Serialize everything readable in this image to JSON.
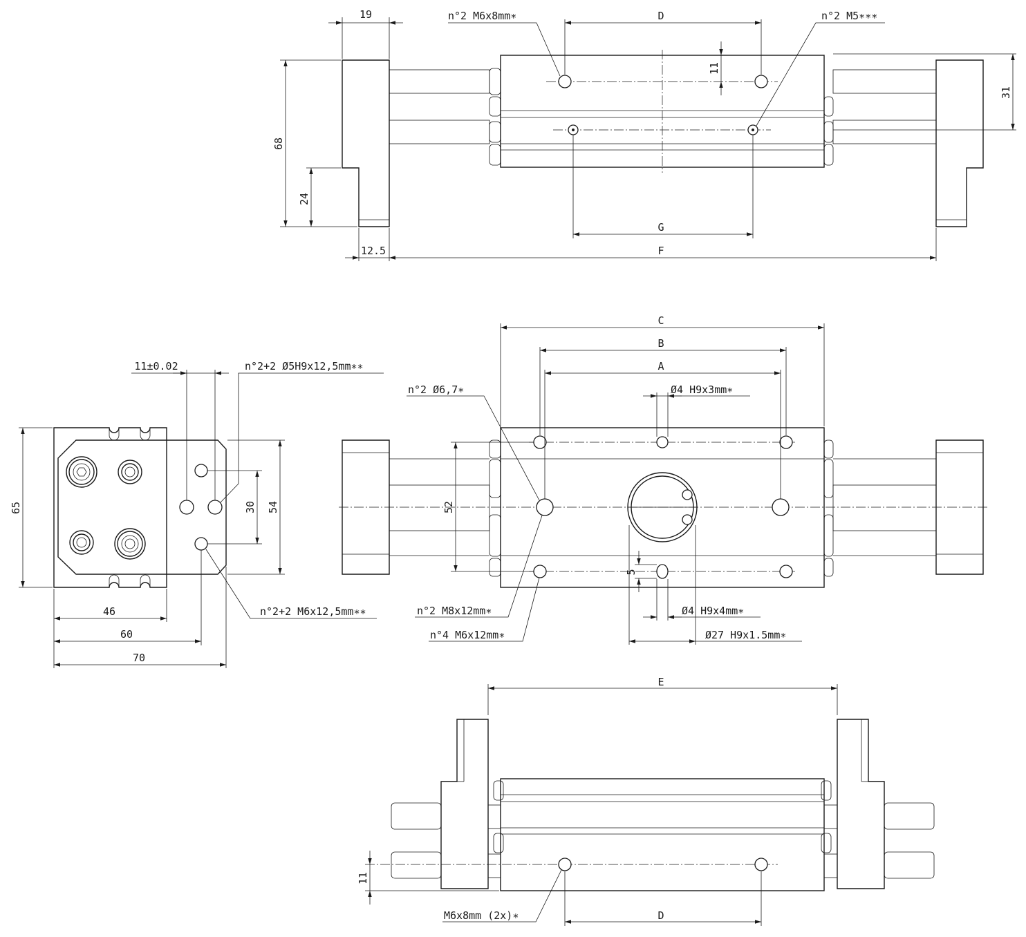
{
  "top_view": {
    "dim_19": "19",
    "dim_D": "D",
    "note_m6x8": "n°2 M6x8mm∗",
    "note_m5": "n°2 M5∗∗∗",
    "dim_11": "11",
    "dim_31": "31",
    "dim_68": "68",
    "dim_24": "24",
    "dim_G": "G",
    "dim_12_5": "12.5",
    "dim_F": "F"
  },
  "side_view": {
    "dim_11_tol": "11±0.02",
    "note_5h9": "n°2+2 Ø5H9x12,5mm∗∗",
    "dim_65": "65",
    "dim_30": "30",
    "dim_54": "54",
    "dim_46": "46",
    "dim_60": "60",
    "dim_70": "70",
    "note_m6x12_5": "n°2+2 M6x12,5mm∗∗"
  },
  "front_view": {
    "dim_C": "C",
    "dim_B": "B",
    "dim_A": "A",
    "note_6_7": "n°2 Ø6,7∗",
    "note_4h9x3": "Ø4 H9x3mm∗",
    "dim_52": "52",
    "dim_5": "5",
    "note_m8": "n°2 M8x12mm∗",
    "note_m6x12": "n°4 M6x12mm∗",
    "note_4h9x4": "Ø4 H9x4mm∗",
    "note_27h9": "Ø27 H9x1.5mm∗"
  },
  "bottom_view": {
    "dim_E": "E",
    "dim_11": "11",
    "dim_D": "D",
    "note_m6x8_2x": "M6x8mm (2x)∗"
  }
}
